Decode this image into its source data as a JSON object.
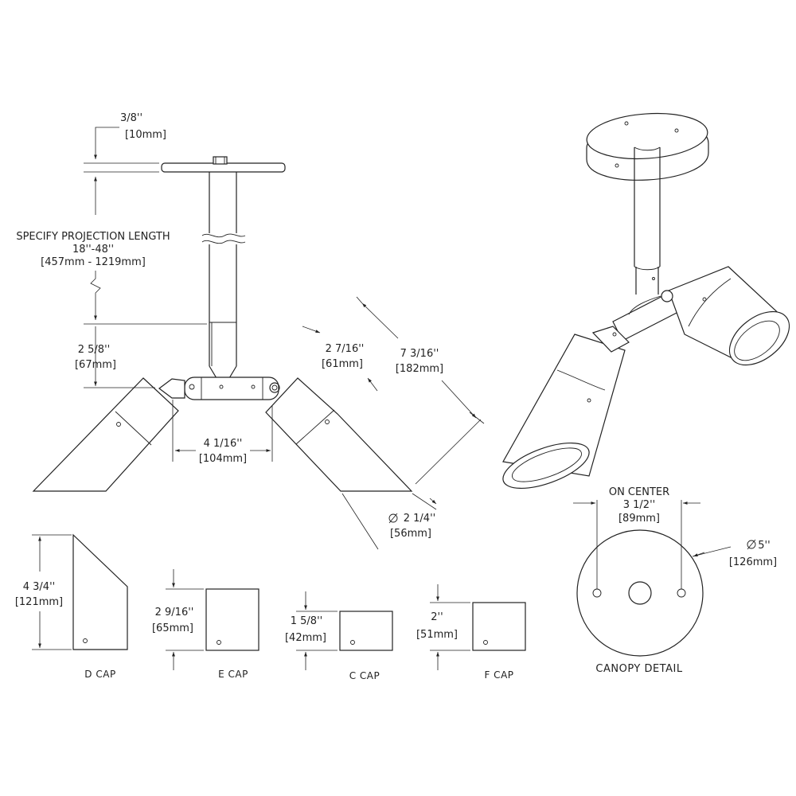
{
  "side_view": {
    "canopy_thickness": {
      "imperial": "3/8''",
      "metric": "[10mm]"
    },
    "projection": {
      "title": "SPECIFY PROJECTION LENGTH",
      "imperial": "18''-48''",
      "metric": "[457mm - 1219mm]"
    },
    "knuckle_height": {
      "imperial": "2 5/8''",
      "metric": "[67mm]"
    },
    "head_spacing": {
      "imperial": "4 1/16''",
      "metric": "[104mm]"
    },
    "cap_offset": {
      "imperial": "2 7/16''",
      "metric": "[61mm]"
    },
    "head_length": {
      "imperial": "7 3/16''",
      "metric": "[182mm]"
    },
    "head_diameter": {
      "imperial": "2 1/4''",
      "metric": "[56mm]"
    }
  },
  "caps": [
    {
      "name": "D CAP",
      "imperial": "4 3/4''",
      "metric": "[121mm]"
    },
    {
      "name": "E CAP",
      "imperial": "2 9/16''",
      "metric": "[65mm]"
    },
    {
      "name": "C CAP",
      "imperial": "1 5/8''",
      "metric": "[42mm]"
    },
    {
      "name": "F CAP",
      "imperial": "2''",
      "metric": "[51mm]"
    }
  ],
  "canopy_detail": {
    "label": "CANOPY DETAIL",
    "on_center_label": "ON CENTER",
    "on_center_imperial": "3 1/2''",
    "on_center_metric": "[89mm]",
    "diameter_imperial": "5''",
    "diameter_metric": "[126mm]"
  }
}
